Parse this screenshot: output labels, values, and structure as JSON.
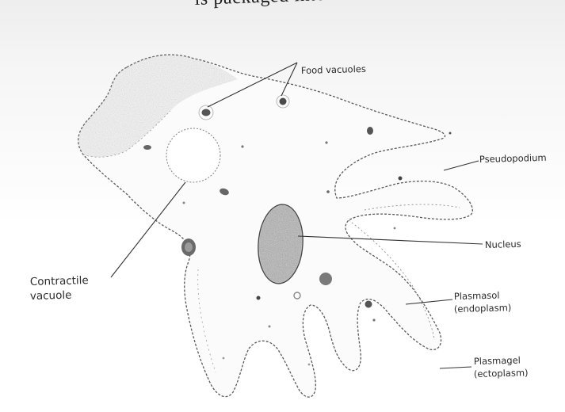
{
  "header_text": "is packaged into a central cellular com",
  "labels": {
    "food_vacuoles": "Food vacuoles",
    "pseudopodium": "Pseudopodium",
    "nucleus": "Nucleus",
    "contractile_vacuole_1": "Contractile",
    "contractile_vacuole_2": "vacuole",
    "plasmasol_1": "Plasmasol",
    "plasmasol_2": "(endoplasm)",
    "plasmagel_1": "Plasmagel",
    "plasmagel_2": "(ectoplasm)"
  }
}
